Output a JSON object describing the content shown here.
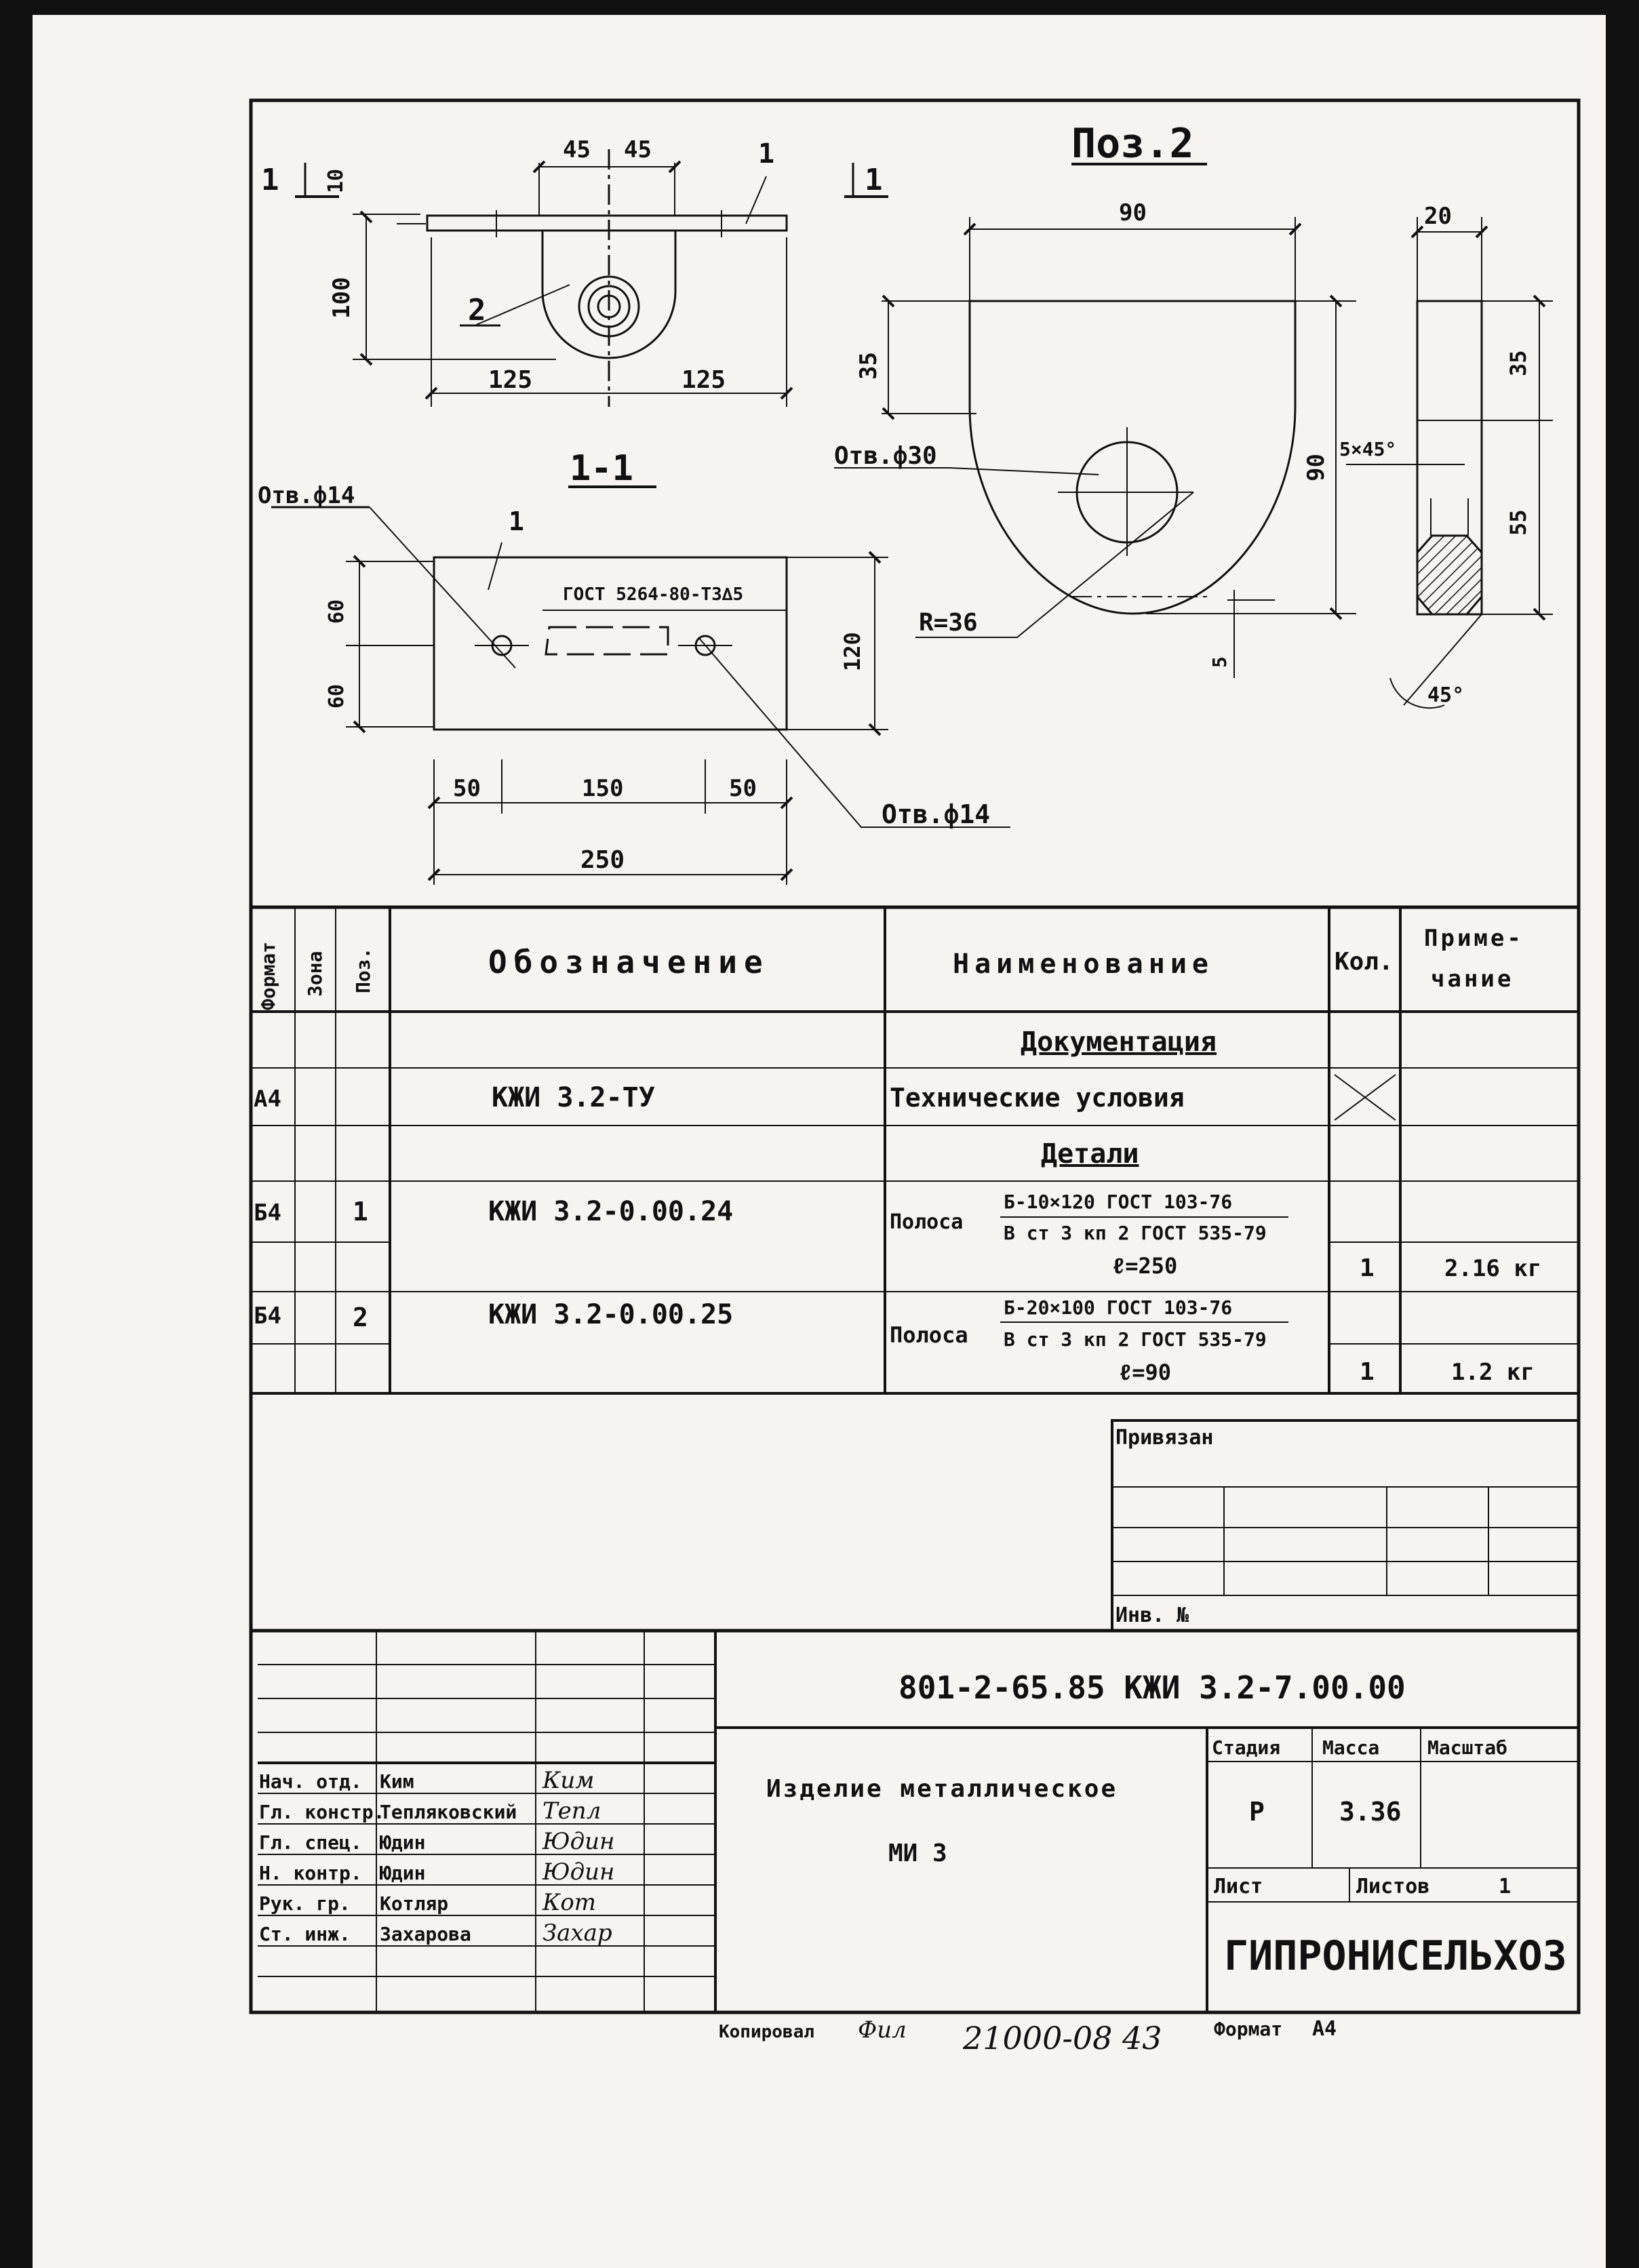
{
  "drawing": {
    "main_view": {
      "section_mark_left": "1",
      "section_mark_right": "1",
      "leader_1": "1",
      "leader_2": "2",
      "dims": {
        "d45a": "45",
        "d45b": "45",
        "d10": "10",
        "d100": "100",
        "d125a": "125",
        "d125b": "125"
      }
    },
    "section_view": {
      "title": "1-1",
      "hole_left": "Отв.ф14",
      "hole_right": "Отв.ф14",
      "leader_1": "1",
      "weld_note": "ГОСТ 5264-80-Т3∆5",
      "dims": {
        "d60a": "60",
        "d60b": "60",
        "d120": "120",
        "d50a": "50",
        "d150": "150",
        "d50b": "50",
        "d250": "250"
      }
    },
    "pos2": {
      "title": "Поз.2",
      "hole": "Отв.ф30",
      "radius": "R=36",
      "dims": {
        "d90w": "90",
        "d35": "35",
        "d90h": "90",
        "d5": "5",
        "d20": "20",
        "d35r": "35",
        "d55": "55",
        "chamfer": "5×45°",
        "angle": "45°"
      }
    }
  },
  "spec_table": {
    "headers": {
      "format": "Формат",
      "zone": "Зона",
      "pos": "Поз.",
      "designation": "Обозначение",
      "name": "Наименование",
      "qty": "Кол.",
      "note_line1": "Приме-",
      "note_line2": "чание"
    },
    "section_docs": "Документация",
    "doc_row": {
      "format": "А4",
      "designation": "КЖИ 3.2-ТУ",
      "name": "Технические условия"
    },
    "section_parts": "Детали",
    "part1": {
      "format": "Б4",
      "pos": "1",
      "designation": "КЖИ 3.2-0.00.24",
      "name_prefix": "Полоса",
      "spec_top": "Б-10×120  ГОСТ 103-76",
      "spec_bottom": "В ст 3 кп 2  ГОСТ 535-79",
      "length": "ℓ=250",
      "qty": "1",
      "note": "2.16 кг"
    },
    "part2": {
      "format": "Б4",
      "pos": "2",
      "designation": "КЖИ 3.2-0.00.25",
      "name_prefix": "Полоса",
      "spec_top": "Б-20×100  ГОСТ 103-76",
      "spec_bottom": "В ст 3 кп 2  ГОСТ 535-79",
      "length": "ℓ=90",
      "qty": "1",
      "note": "1.2 кг"
    }
  },
  "binding_box": {
    "title": "Привязан",
    "inv_label": "Инв. №"
  },
  "title_block": {
    "doc_code": "801-2-65.85 КЖИ 3.2-7.00.00",
    "product_line1": "Изделие металлическое",
    "product_line2": "МИ 3",
    "stage_label": "Стадия",
    "mass_label": "Масса",
    "scale_label": "Масштаб",
    "stage_value": "Р",
    "mass_value": "3.36",
    "sheet_label": "Лист",
    "sheets_label": "Листов",
    "sheets_value": "1",
    "organization": "ГИПРОНИСЕЛЬХОЗ",
    "staff": [
      {
        "role": "Нач. отд.",
        "name": "Ким",
        "signature": "Ким"
      },
      {
        "role": "Гл. констр.",
        "name": "Тепляковский",
        "signature": "Тепл"
      },
      {
        "role": "Гл. спец.",
        "name": "Юдин",
        "signature": "Юдин"
      },
      {
        "role": "Н. контр.",
        "name": "Юдин",
        "signature": "Юдин"
      },
      {
        "role": "Рук. гр.",
        "name": "Котляр",
        "signature": "Кот"
      },
      {
        "role": "Ст. инж.",
        "name": "Захарова",
        "signature": "Захар"
      }
    ]
  },
  "footer": {
    "copied_label": "Копировал",
    "copied_sign": "Фил",
    "archive_number": "21000-08 43",
    "format_label": "Формат",
    "format_value": "А4"
  }
}
